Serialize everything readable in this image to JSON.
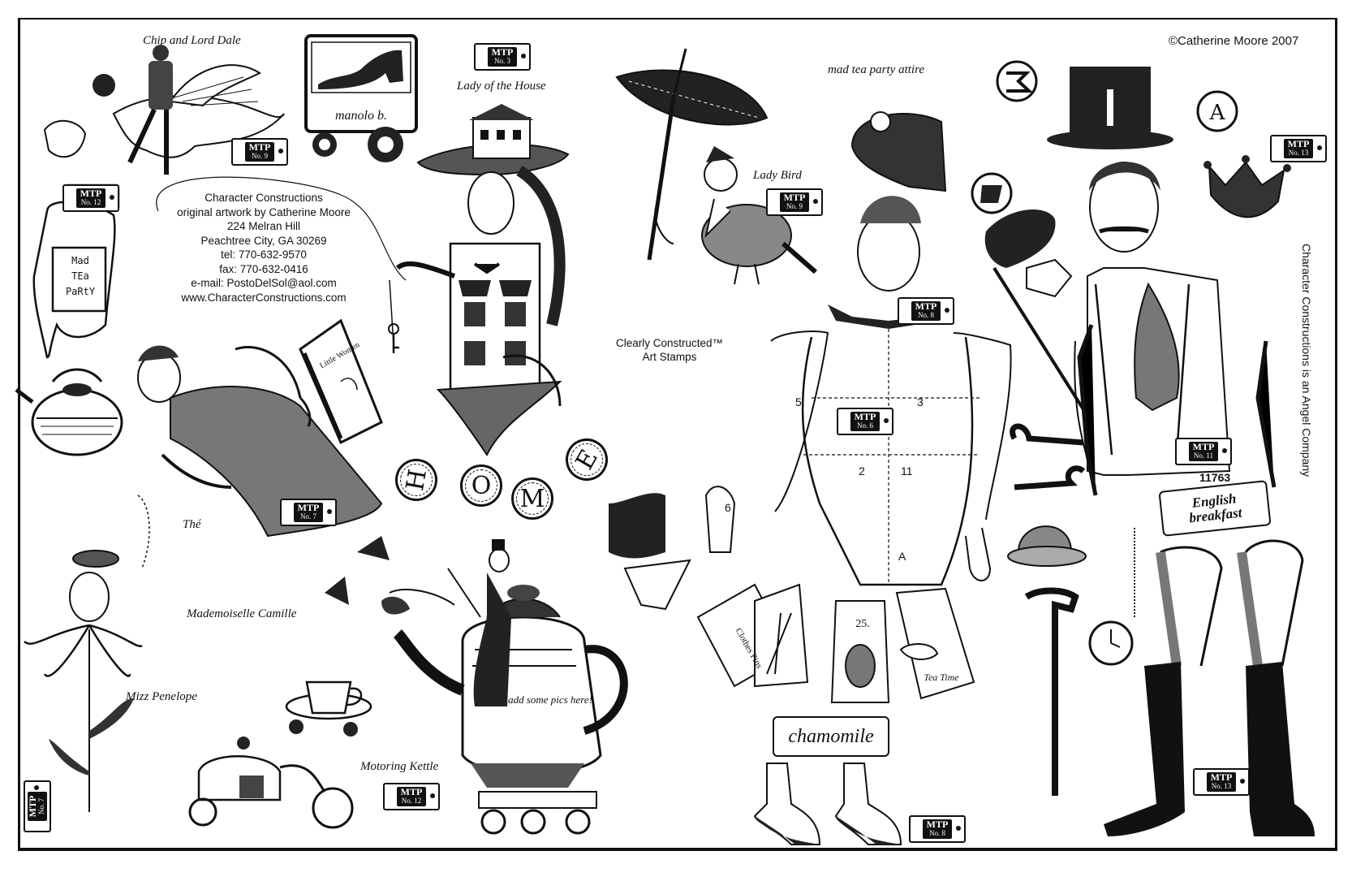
{
  "copyright": "©Catherine Moore 2007",
  "vertical_note": "Character Constructions is an Angel Company",
  "company": {
    "lines": [
      "Character Constructions",
      "original artwork by Catherine Moore",
      "224 Melran Hill",
      "Peachtree City, GA 30269",
      "tel:  770-632-9570",
      "fax:  770-632-0416",
      "e-mail:  PostoDelSol@aol.com",
      "www.CharacterConstructions.com"
    ]
  },
  "brand": {
    "line1": "Clearly Constructed™",
    "line2": "Art Stamps"
  },
  "captions": {
    "chip_and_lord_dale": "Chip and Lord Dale",
    "lady_of_the_house": "Lady of the House",
    "mad_tea_party_attire": "mad tea party attire",
    "lady_bird": "Lady Bird",
    "the": "Thé",
    "mademoiselle_camille": "Mademoiselle Camille",
    "mizz_penelope": "Mizz Penelope",
    "motoring_kettle": "Motoring Kettle",
    "add_some_pics": "add some pics here!",
    "manolo": "manolo b."
  },
  "hand_card": [
    "Mad",
    "TEa",
    "PaRtY"
  ],
  "home_letters": [
    "H",
    "O",
    "M",
    "E"
  ],
  "book_title": "Little Women",
  "tags": {
    "tag_prefix": "MTP",
    "no3": "No. 3",
    "no9": "No. 9",
    "no12": "No. 12",
    "no7": "No. 7",
    "no8": "No. 8",
    "no6": "No. 6",
    "no11": "No. 11",
    "no13": "No. 13"
  },
  "hang_tags": [
    "Clothes Pins",
    "",
    "25.",
    "Tea Time"
  ],
  "chamomile": "chamomile",
  "english_breakfast": [
    "English",
    "breakfast"
  ],
  "number_11763": "11763",
  "dress_form_numbers": [
    "5",
    "3",
    "2",
    "11",
    "6",
    "A"
  ],
  "badge_letters": [
    "A"
  ]
}
